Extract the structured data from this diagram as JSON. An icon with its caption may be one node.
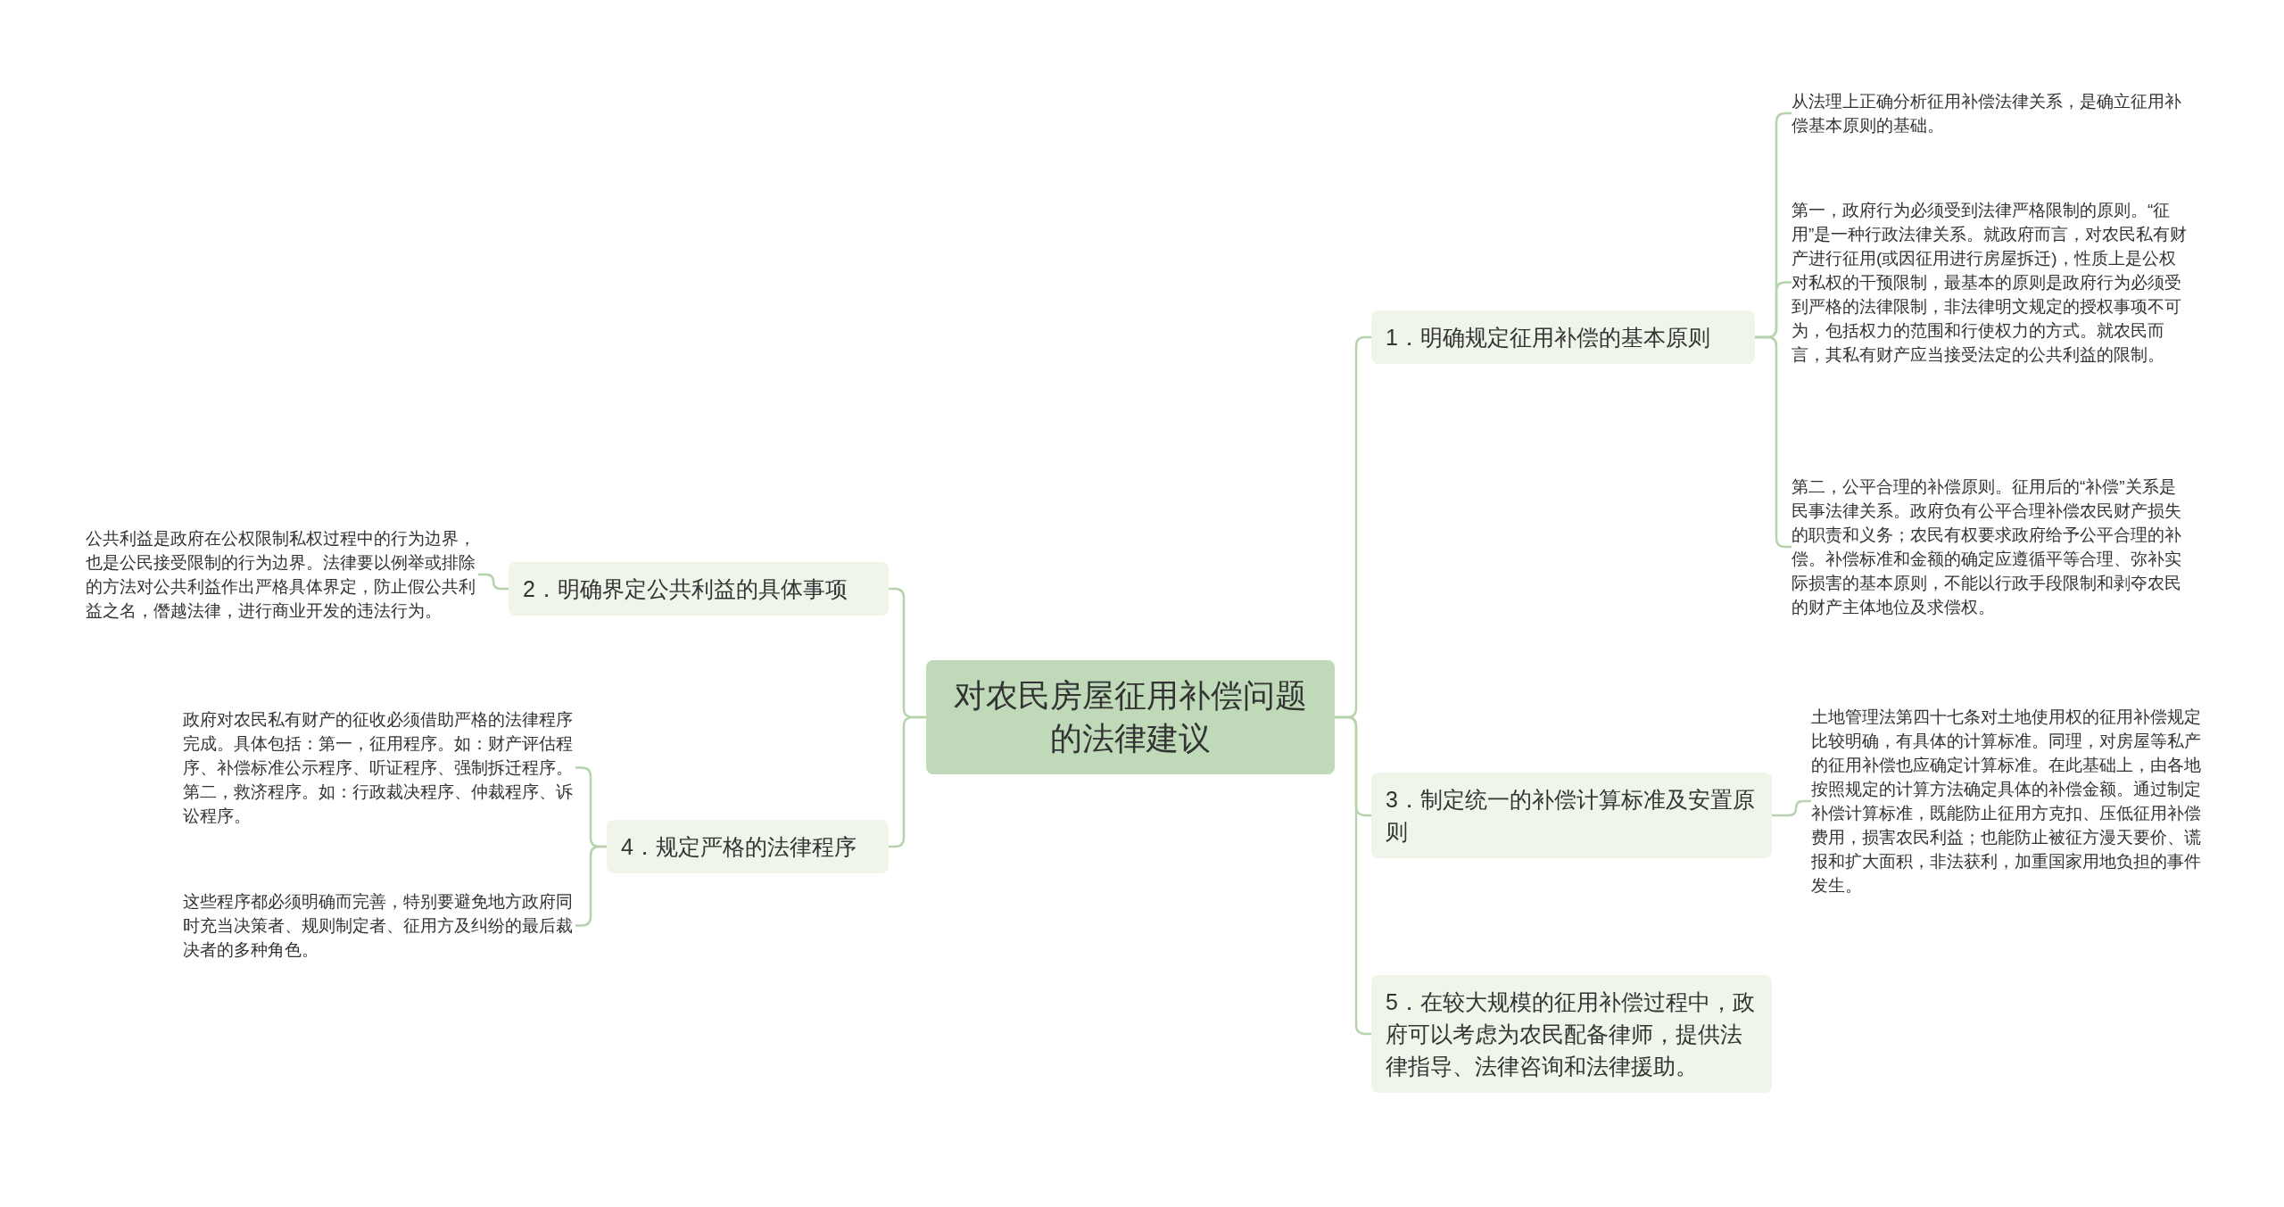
{
  "diagram": {
    "nodes": [
      {
        "text": [
          "对农民房屋征用补偿问题的法律建议"
        ]
      },
      {
        "text": [
          "1．明确规定征用补偿的基本原则"
        ]
      },
      {
        "text": [
          "从法理上正确分析征用补偿法律关系，是确立征用补偿基本原则的基础。"
        ]
      },
      {
        "text": [
          "第一，政府行为必须受到法律严格限制的原则。“征用”是一种行政法律关系。就政府而言，对农民私有财产进行征用(或因征用进行房屋拆迁)，性质上是公权对私权的干预限制，最基本的原则是政府行为必须受到严格的法律限制，非法律明文规定的授权事项不可为，包括权力的范围和行使权力的方式。就农民而言，其私有财产应当接受法定的公共利益的限制。"
        ]
      },
      {
        "text": [
          "第二，公平合理的补偿原则。征用后的“补偿”关系是民事法律关系。政府负有公平合理补偿农民财产损失的职责和义务；农民有权要求政府给予公平合理的补偿。补偿标准和金额的确定应遵循平等合理、弥补实际损害的基本原则，不能以行政手段限制和剥夺农民的财产主体地位及求偿权。"
        ]
      },
      {
        "text": [
          "2．明确界定公共利益的具体事项"
        ]
      },
      {
        "text": [
          "公共利益是政府在公权限制私权过程中的行为边界，也是公民接受限制的行为边界。法律要以例举或排除的方法对公共利益作出严格具体界定，防止假公共利益之名，僭越法律，进行商业开发的违法行为。"
        ]
      },
      {
        "text": [
          "3．制定统一的补偿计算标准及安置原则"
        ]
      },
      {
        "text": [
          "土地管理法第四十七条对土地使用权的征用补偿规定比较明确，有具体的计算标准。同理，对房屋等私产的征用补偿也应确定计算标准。在此基础上，由各地按照规定的计算方法确定具体的补偿金额。通过制定补偿计算标准，既能防止征用方克扣、压低征用补偿费用，损害农民利益；也能防止被征方漫天要价、谎报和扩大面积，非法获利，加重国家用地负担的事件发生。"
        ]
      },
      {
        "text": [
          "4．规定严格的法律程序"
        ]
      },
      {
        "text": [
          "政府对农民私有财产的征收必须借助严格的法律程序完成。具体包括：第一，征用程序。如：财产评估程序、补偿标准公示程序、听证程序、强制拆迁程序。第二，救济程序。如：行政裁决程序、仲裁程序、诉讼程序。"
        ]
      },
      {
        "text": [
          "这些程序都必须明确而完善，特别要避免地方政府同时充当决策者、规则制定者、征用方及纠纷的最后裁决者的多种角色。"
        ]
      },
      {
        "text": [
          "5．在较大规模的征用补偿过程中，政府可以考虑为农民配备律师，提供法律指导、法律咨询和法律援助。"
        ]
      }
    ],
    "edges": [
      {
        "from": 0,
        "to": 1,
        "arrow": "none"
      },
      {
        "from": 1,
        "to": 2,
        "arrow": "none"
      },
      {
        "from": 1,
        "to": 3,
        "arrow": "none"
      },
      {
        "from": 1,
        "to": 4,
        "arrow": "none"
      },
      {
        "from": 0,
        "to": 5,
        "arrow": "none"
      },
      {
        "from": 5,
        "to": 6,
        "arrow": "none"
      },
      {
        "from": 0,
        "to": 7,
        "arrow": "none"
      },
      {
        "from": 7,
        "to": 8,
        "arrow": "none"
      },
      {
        "from": 0,
        "to": 9,
        "arrow": "none"
      },
      {
        "from": 9,
        "to": 10,
        "arrow": "none"
      },
      {
        "from": 9,
        "to": 11,
        "arrow": "none"
      },
      {
        "from": 0,
        "to": 12,
        "arrow": "none"
      }
    ]
  }
}
